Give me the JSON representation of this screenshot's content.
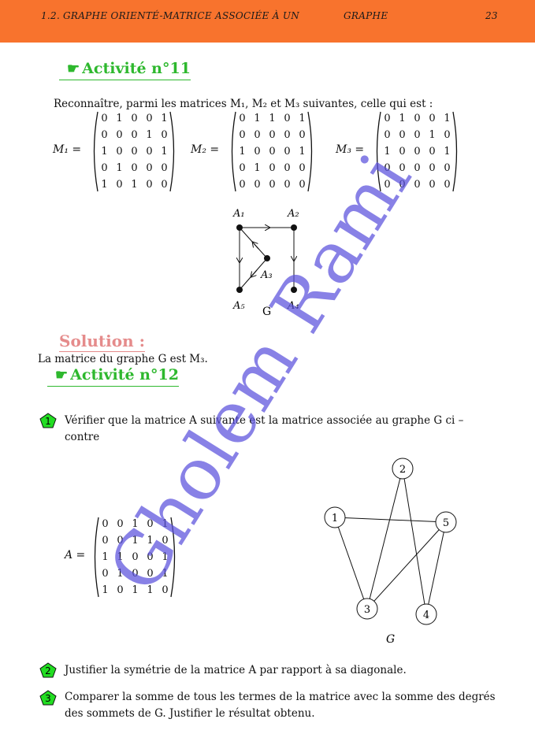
{
  "header": {
    "section": "1.2.",
    "title": "GRAPHE ORIENTÉ-MATRICE ASSOCIÉE À UN",
    "title_end": "GRAPHE",
    "page": "23"
  },
  "activity11": {
    "title": "Activité n°11",
    "statement": "Reconnaître, parmi les matrices M₁, M₂ et M₃ suivantes, celle qui est :",
    "matrices": [
      {
        "label": "M₁ =",
        "rows": [
          [
            "0",
            "1",
            "0",
            "0",
            "1"
          ],
          [
            "0",
            "0",
            "0",
            "1",
            "0"
          ],
          [
            "1",
            "0",
            "0",
            "0",
            "1"
          ],
          [
            "0",
            "1",
            "0",
            "0",
            "0"
          ],
          [
            "1",
            "0",
            "1",
            "0",
            "0"
          ]
        ]
      },
      {
        "label": "M₂ =",
        "rows": [
          [
            "0",
            "1",
            "1",
            "0",
            "1"
          ],
          [
            "0",
            "0",
            "0",
            "0",
            "0"
          ],
          [
            "1",
            "0",
            "0",
            "0",
            "1"
          ],
          [
            "0",
            "1",
            "0",
            "0",
            "0"
          ],
          [
            "0",
            "0",
            "0",
            "0",
            "0"
          ]
        ]
      },
      {
        "label": "M₃ =",
        "rows": [
          [
            "0",
            "1",
            "0",
            "0",
            "1"
          ],
          [
            "0",
            "0",
            "0",
            "1",
            "0"
          ],
          [
            "1",
            "0",
            "0",
            "0",
            "1"
          ],
          [
            "0",
            "0",
            "0",
            "0",
            "0"
          ],
          [
            "0",
            "0",
            "0",
            "0",
            "0"
          ]
        ]
      }
    ],
    "graph": {
      "vertices": [
        "A₁",
        "A₂",
        "A₃",
        "A₄",
        "A₅"
      ],
      "caption": "G"
    }
  },
  "solution": {
    "title": "Solution :",
    "text": "La matrice du graphe G est M₃."
  },
  "activity12": {
    "title": "Activité n°12",
    "q1_number": "1",
    "q1_text_line1": "Vérifier que la matrice A suivante est la matrice associée au graphe G ci –",
    "q1_text_line2": "contre",
    "matrix_label": "A =",
    "matrix_rows": [
      [
        "0",
        "0",
        "1",
        "0",
        "1"
      ],
      [
        "0",
        "0",
        "1",
        "1",
        "0"
      ],
      [
        "1",
        "1",
        "0",
        "0",
        "1"
      ],
      [
        "0",
        "1",
        "0",
        "0",
        "1"
      ],
      [
        "1",
        "0",
        "1",
        "1",
        "0"
      ]
    ],
    "graph": {
      "vertices": [
        "1",
        "2",
        "3",
        "4",
        "5"
      ],
      "caption": "G"
    },
    "q2_number": "2",
    "q2_text": "Justifier la symétrie de la matrice A par rapport à sa diagonale.",
    "q3_number": "3",
    "q3_text_line1": "Comparer la somme de tous les termes de la matrice avec la somme des degrés",
    "q3_text_line2": "des sommets de G. Justifier le résultat obtenu."
  },
  "watermark": "Gholem Rami",
  "colors": {
    "header": "#f8732d",
    "activity_title": "#2eb82e",
    "solution_title": "#e58b8b",
    "badge": "#22dd22",
    "watermark": "#5a50dc"
  }
}
